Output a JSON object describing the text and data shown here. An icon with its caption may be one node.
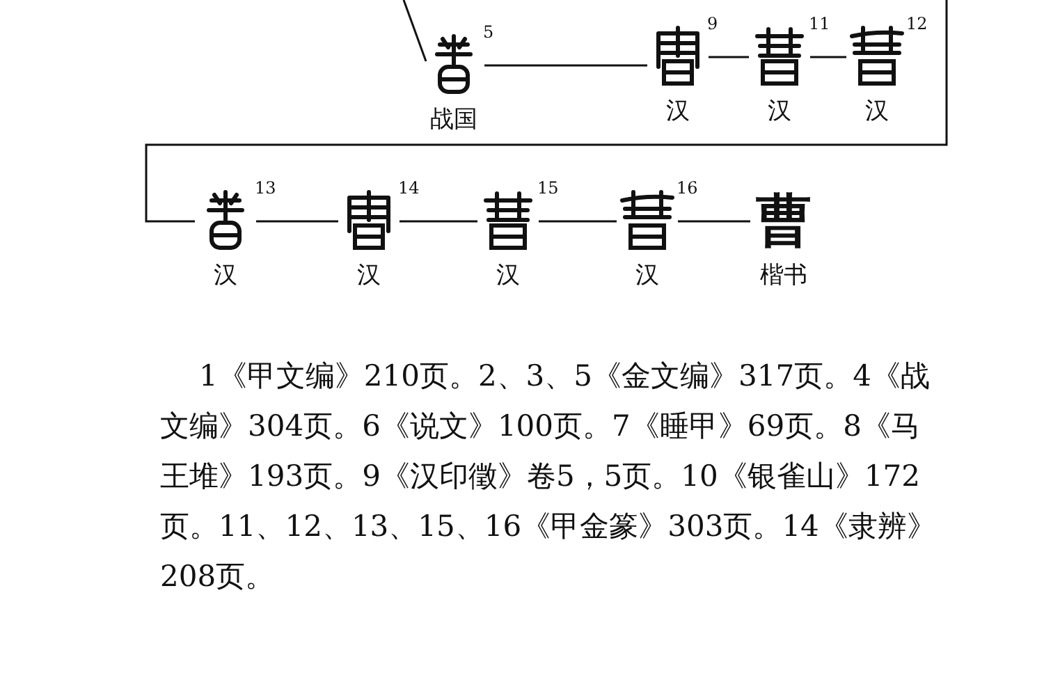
{
  "diagram": {
    "nodes": [
      {
        "text": [],
        "shape": "picture",
        "beside": [
          "5",
          "战国"
        ]
      },
      {
        "text": [],
        "shape": "picture",
        "beside": [
          "9",
          "汉"
        ]
      },
      {
        "text": [],
        "shape": "picture",
        "beside": [
          "11",
          "汉"
        ]
      },
      {
        "text": [],
        "shape": "picture",
        "beside": [
          "12",
          "汉"
        ]
      },
      {
        "text": [],
        "shape": "picture",
        "beside": [
          "13",
          "汉"
        ]
      },
      {
        "text": [],
        "shape": "picture",
        "beside": [
          "14",
          "汉"
        ]
      },
      {
        "text": [],
        "shape": "picture",
        "beside": [
          "15",
          "汉"
        ]
      },
      {
        "text": [],
        "shape": "picture",
        "beside": [
          "16",
          "汉"
        ]
      },
      {
        "text": [
          "曹"
        ],
        "beside": [
          "楷书"
        ]
      }
    ],
    "edges": [
      {
        "from": null,
        "to": 0,
        "arrow": "none"
      },
      {
        "from": 0,
        "to": 1,
        "arrow": "none"
      },
      {
        "from": 1,
        "to": 2,
        "arrow": "none"
      },
      {
        "from": 2,
        "to": 3,
        "arrow": "none"
      },
      {
        "from": null,
        "to": 4,
        "arrow": "none"
      },
      {
        "from": 4,
        "to": 5,
        "arrow": "none"
      },
      {
        "from": 5,
        "to": 6,
        "arrow": "none"
      },
      {
        "from": 6,
        "to": 7,
        "arrow": "none"
      },
      {
        "from": 7,
        "to": 8,
        "arrow": "none"
      }
    ],
    "labels": [
      "1《甲文编》210页。2、3、5《金文编》317页。4《战文编》304页。6《说文》100页。7《睡甲》69页。8《马王堆》193页。9《汉印徵》卷5，5页。10《银雀山》172页。11、12、13、15、16《甲金篆》303页。14《隶辨》208页。"
    ]
  }
}
